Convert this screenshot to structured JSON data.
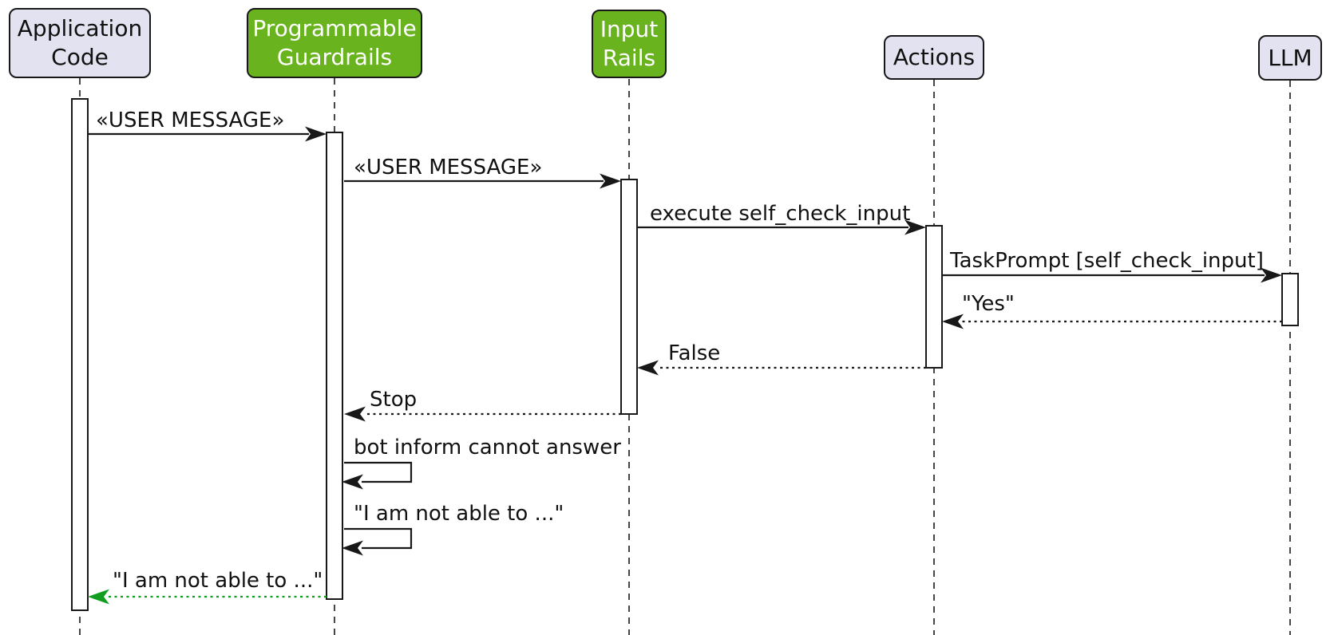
{
  "diagram": {
    "type": "uml-sequence",
    "participants": [
      {
        "id": "application-code",
        "lines": [
          "Application",
          "Code"
        ],
        "variant": "default"
      },
      {
        "id": "programmable-guardrails",
        "lines": [
          "Programmable",
          "Guardrails"
        ],
        "variant": "green"
      },
      {
        "id": "input-rails",
        "lines": [
          "Input",
          "Rails"
        ],
        "variant": "green"
      },
      {
        "id": "actions",
        "lines": [
          "Actions"
        ],
        "variant": "default"
      },
      {
        "id": "llm",
        "lines": [
          "LLM"
        ],
        "variant": "default"
      }
    ],
    "messages": [
      {
        "label": "«USER MESSAGE»",
        "from": "application-code",
        "to": "programmable-guardrails",
        "line": "solid",
        "color": "black"
      },
      {
        "label": "«USER MESSAGE»",
        "from": "programmable-guardrails",
        "to": "input-rails",
        "line": "solid",
        "color": "black"
      },
      {
        "label": "execute self_check_input",
        "from": "input-rails",
        "to": "actions",
        "line": "solid",
        "color": "black"
      },
      {
        "label": "TaskPrompt [self_check_input]",
        "from": "actions",
        "to": "llm",
        "line": "solid",
        "color": "black"
      },
      {
        "label": "\"Yes\"",
        "from": "llm",
        "to": "actions",
        "line": "dotted",
        "color": "black"
      },
      {
        "label": "False",
        "from": "actions",
        "to": "input-rails",
        "line": "dotted",
        "color": "black"
      },
      {
        "label": "Stop",
        "from": "input-rails",
        "to": "programmable-guardrails",
        "line": "dotted",
        "color": "black"
      },
      {
        "label": "bot inform cannot answer",
        "from": "programmable-guardrails",
        "to": "programmable-guardrails",
        "line": "self",
        "color": "black"
      },
      {
        "label": "\"I am not able to ...\"",
        "from": "programmable-guardrails",
        "to": "programmable-guardrails",
        "line": "self",
        "color": "black"
      },
      {
        "label": "\"I am not able to ...\"",
        "from": "programmable-guardrails",
        "to": "application-code",
        "line": "dotted",
        "color": "green"
      }
    ],
    "colors": {
      "background": "#ffffff",
      "participant_default_fill": "#e2e2f0",
      "participant_green_fill": "#69b41e",
      "participant_green_text": "#ffffff",
      "participant_border": "#181818",
      "line": "#181818",
      "text": "#101010",
      "return_green": "#119e20"
    }
  }
}
